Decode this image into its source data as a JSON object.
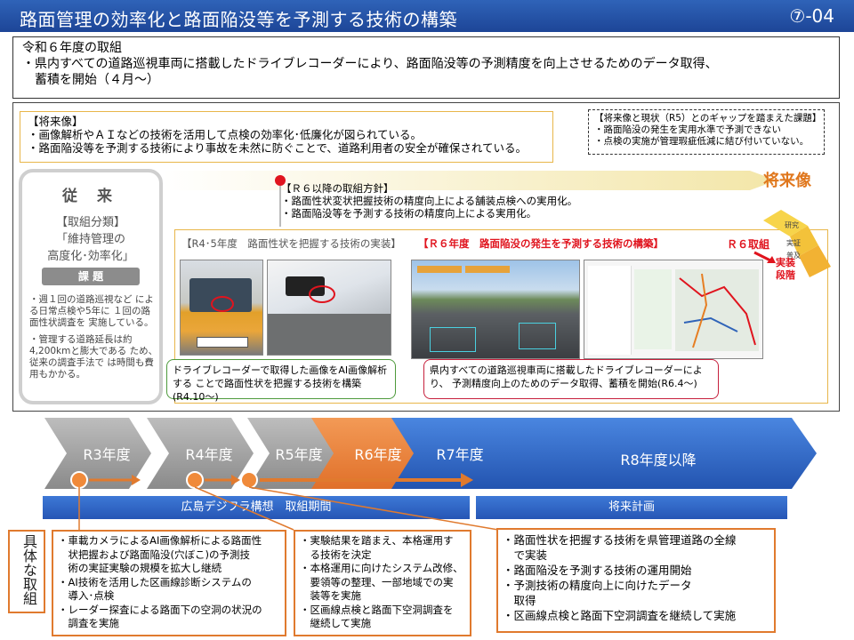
{
  "header": {
    "title": "路面管理の効率化と路面陥没等を予測する技術の構築",
    "number": "⑦-04"
  },
  "summary": {
    "line1": "令和６年度の取組",
    "line2": "・県内すべての道路巡視車両に搭載したドライブレコーダーにより、路面陥没等の予測精度を向上させるためのデータ取得、",
    "line3": "蓄積を開始（４月～）"
  },
  "future": {
    "heading": "【将来像】",
    "items": [
      "・画像解析やＡＩなどの技術を活用して点検の効率化･低廉化が図られている。",
      "・路面陥没等を予測する技術により事故を未然に防ぐことで、道路利用者の安全が確保されている。"
    ]
  },
  "gap": {
    "heading": "【将来像と現状（R5）とのギャップを踏まえた課題】",
    "items": [
      "・路面陥没の発生を実用水準で予測できない",
      "・点検の実施が管理瑕疵低減に結び付いていない。"
    ]
  },
  "future_label": "将来像",
  "conventional": {
    "title": "従 来",
    "category_lines": [
      "【取組分類】",
      "「維持管理の",
      "高度化･効率化」"
    ],
    "issue_label": "課 題",
    "bullets": [
      "・週１回の道路巡視など による日常点検や5年に １回の路面性状調査を 実施している。",
      "・管理する道路延長は約 4,200kmと膨大である ため、従来の調査手法で は時間も費用もかかる。"
    ]
  },
  "policy": {
    "heading": "【Ｒ６以降の取組方針】",
    "items": [
      "・路面性状変状把握技術の精度向上による舗装点検への実用化。",
      "・路面陥没等を予測する技術の精度向上による実用化。"
    ]
  },
  "inner": {
    "r45_heading": "【R4･5年度　路面性状を把握する技術の実装】",
    "r6_heading": "【Ｒ６年度　路面陥没の発生を予測する技術の構築】",
    "r6_torikumi": "Ｒ６取組"
  },
  "pyramid": {
    "levels": [
      "研究",
      "実証",
      "普及",
      "実装段階"
    ]
  },
  "captions": {
    "left": "ドライブレコーダーで取得した画像をAI画像解析する ことで路面性状を把握する技術を構築(R4.10～)",
    "right": "県内すべての道路巡視車両に搭載したドライブレコーダーにより、 予測精度向上のためのデータ取得、蓄積を開始(R6.4～)"
  },
  "timeline": {
    "years": [
      "R3年度",
      "R4年度",
      "R5年度",
      "R6年度",
      "R7年度",
      "R8年度以降"
    ],
    "bar1": "広島デジフラ構想　取組期間",
    "bar2": "将来計画"
  },
  "specific": {
    "label": "具体な取組",
    "box1": [
      "・車載カメラによるAI画像解析による路面性",
      "　状把握および路面陥没(穴ぼこ)の予測技",
      "　術の実証実験の規模を拡大し継続",
      "・AI技術を活用した区画線診断システムの",
      "　導入･点検",
      "・レーダー探査による路面下の空洞の状況の",
      "　調査を実施"
    ],
    "box2": [
      "・実験結果を踏まえ、本格運用す",
      "　る技術を決定",
      "・本格運用に向けたシステム改修、",
      "　要領等の整理、一部地域での実",
      "　装等を実施",
      "・区画線点検と路面下空洞調査を",
      "　継続して実施"
    ],
    "box3": [
      "・路面性状を把握する技術を県管理道路の全線",
      "　で実装",
      "・路面陥没を予測する技術の運用開始",
      "・予測技術の精度向上に向けたデータ",
      "　取得",
      "・区画線点検と路面下空洞調査を継続して実施"
    ]
  },
  "colors": {
    "title": "#2454a8",
    "orange": "#e07a2e",
    "blue": "#2f63b8",
    "gray": "#8c8c8c",
    "red": "#e0141e"
  }
}
